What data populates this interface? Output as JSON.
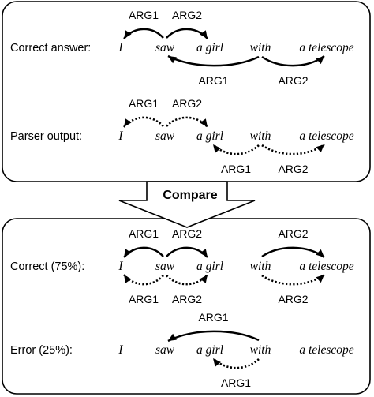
{
  "sentence": [
    "I",
    "saw",
    "a girl",
    "with",
    "a telescope"
  ],
  "compare_label": "Compare",
  "rows": [
    {
      "label": "Correct answer:",
      "arcs": [
        {
          "from": 1,
          "to": 0,
          "side": "above",
          "style": "solid",
          "tag": "ARG1"
        },
        {
          "from": 1,
          "to": 2,
          "side": "above",
          "style": "solid",
          "tag": "ARG2"
        },
        {
          "from": 3,
          "to": 1,
          "side": "below",
          "style": "solid",
          "tag": "ARG1"
        },
        {
          "from": 3,
          "to": 4,
          "side": "below",
          "style": "solid",
          "tag": "ARG2"
        }
      ]
    },
    {
      "label": "Parser output:",
      "arcs": [
        {
          "from": 1,
          "to": 0,
          "side": "above",
          "style": "dotted",
          "tag": "ARG1"
        },
        {
          "from": 1,
          "to": 2,
          "side": "above",
          "style": "dotted",
          "tag": "ARG2"
        },
        {
          "from": 3,
          "to": 2,
          "side": "below",
          "style": "dotted",
          "tag": "ARG1"
        },
        {
          "from": 3,
          "to": 4,
          "side": "below",
          "style": "dotted",
          "tag": "ARG2"
        }
      ]
    },
    {
      "label": "Correct (75%):",
      "arcs": [
        {
          "from": 1,
          "to": 0,
          "side": "above",
          "style": "solid",
          "tag": "ARG1"
        },
        {
          "from": 1,
          "to": 2,
          "side": "above",
          "style": "solid",
          "tag": "ARG2"
        },
        {
          "from": 3,
          "to": 4,
          "side": "above",
          "style": "solid",
          "tag": "ARG2"
        },
        {
          "from": 1,
          "to": 0,
          "side": "below",
          "style": "dotted",
          "tag": "ARG1"
        },
        {
          "from": 1,
          "to": 2,
          "side": "below",
          "style": "dotted",
          "tag": "ARG2"
        },
        {
          "from": 3,
          "to": 4,
          "side": "below",
          "style": "dotted",
          "tag": "ARG2"
        }
      ]
    },
    {
      "label": "Error (25%):",
      "arcs": [
        {
          "from": 3,
          "to": 1,
          "side": "above",
          "style": "solid",
          "tag": "ARG1"
        },
        {
          "from": 3,
          "to": 2,
          "side": "below",
          "style": "dotted",
          "tag": "ARG1"
        }
      ]
    }
  ]
}
